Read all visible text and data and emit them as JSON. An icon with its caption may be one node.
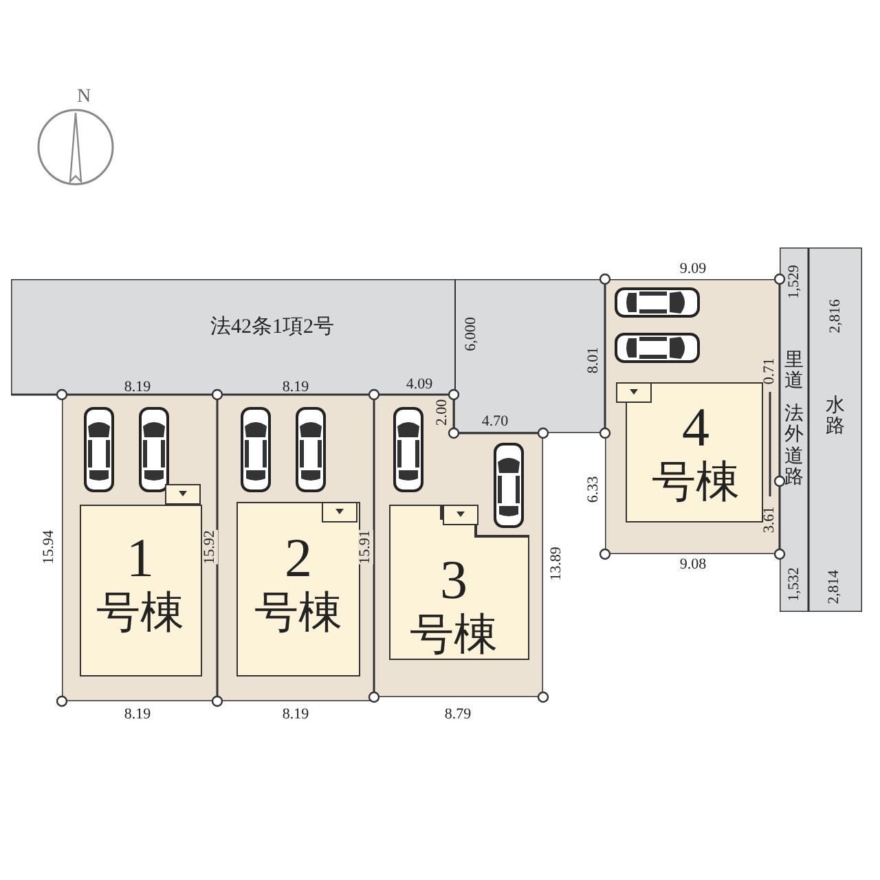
{
  "diagram": {
    "nodes": [
      {
        "text": [
          "法42条1項2号"
        ]
      },
      {
        "text": [],
        "shape": "box"
      },
      {
        "text": [
          "1",
          "号棟"
        ],
        "in": 1
      },
      {
        "text": [],
        "shape": "box"
      },
      {
        "text": [
          "2",
          "号棟"
        ],
        "in": 3
      },
      {
        "text": [],
        "shape": "box"
      },
      {
        "text": [
          "3",
          "号棟"
        ],
        "in": 5
      },
      {
        "text": [],
        "shape": "box"
      },
      {
        "text": [
          "4",
          "号棟"
        ],
        "in": 7
      },
      {
        "text": [
          "里道",
          "法外道路"
        ]
      },
      {
        "text": [
          "水路"
        ]
      }
    ],
    "edges": [],
    "labels": [
      "N",
      "9.09",
      "1,529",
      "2,816",
      "6,000",
      "8.01",
      "8.19",
      "8.19",
      "4.09",
      "2.00",
      "4.70",
      "0.71",
      "6.33",
      "3.61",
      "15.94",
      "15.92",
      "15.91",
      "13.89",
      "9.08",
      "1,532",
      "2,814",
      "8.19",
      "8.19",
      "8.79"
    ]
  }
}
